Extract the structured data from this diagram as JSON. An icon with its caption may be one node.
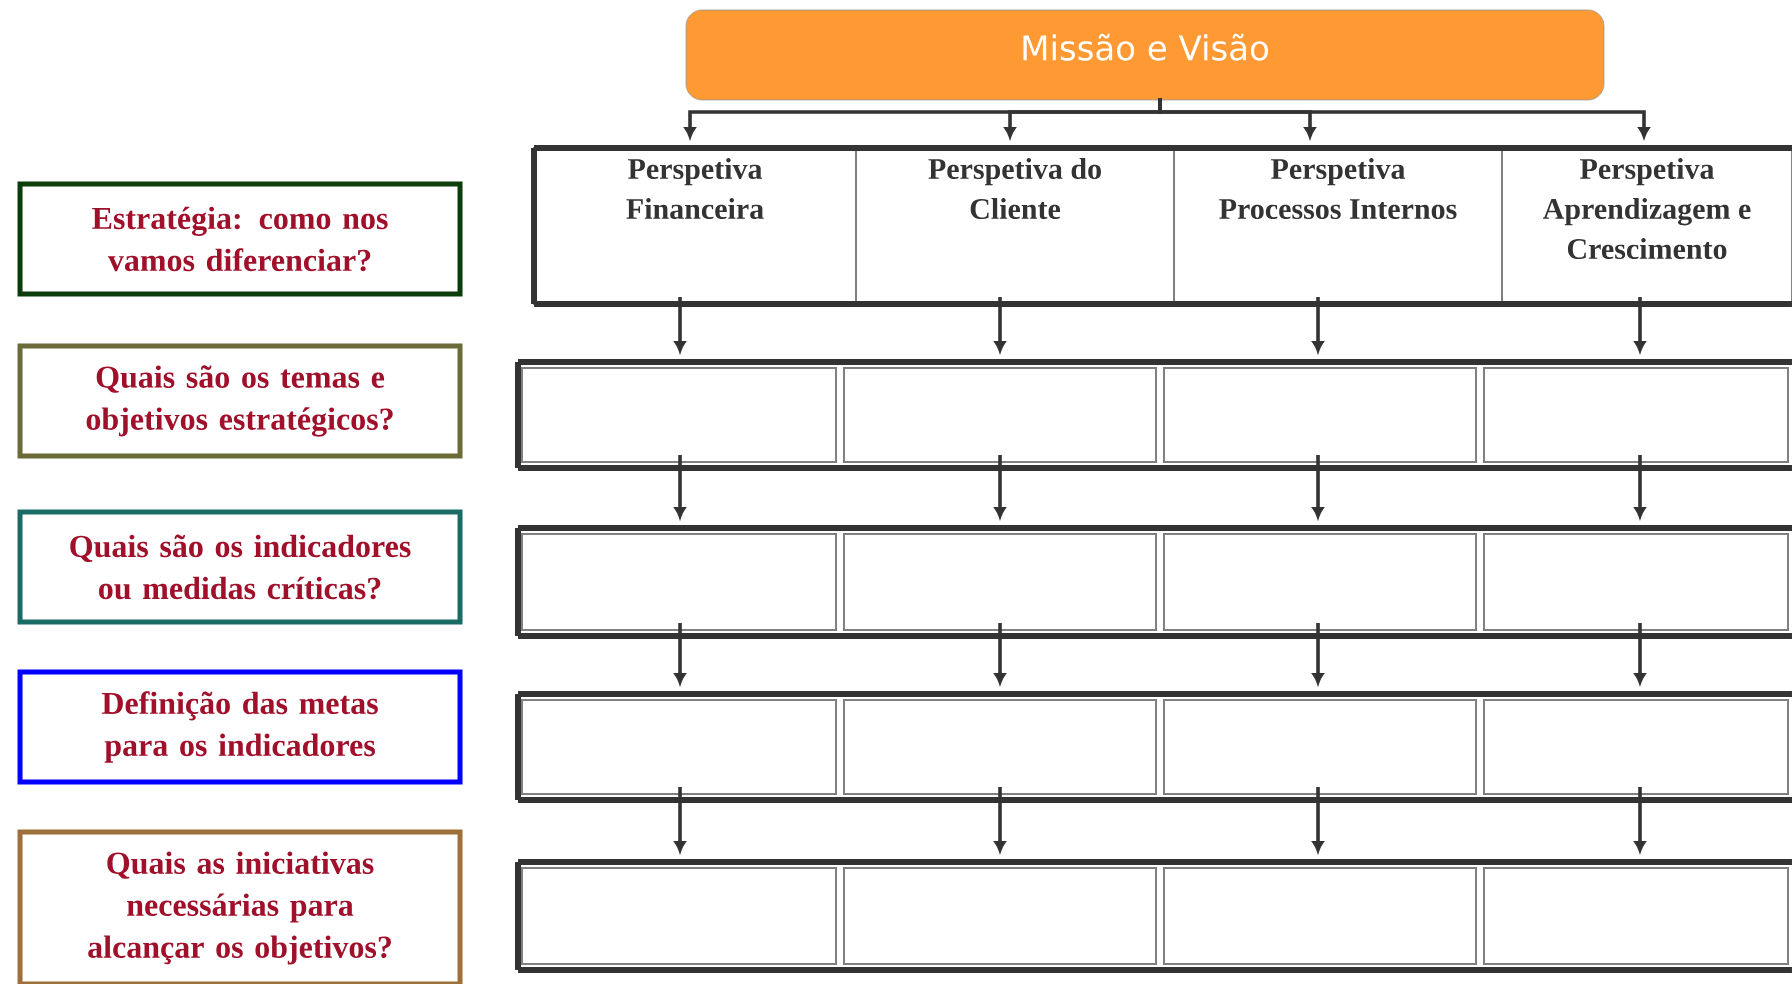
{
  "diagram": {
    "nodes": [
      {
        "text": [
          "Missão e Visão"
        ]
      },
      {
        "text": [
          "Estratégia: como nos vamos diferenciar?"
        ]
      },
      {
        "text": [
          "Quais são os temas e objetivos estratégicos?"
        ]
      },
      {
        "text": [
          "Quais são os indicadores ou medidas críticas?"
        ]
      },
      {
        "text": [
          "Definição das metas para os indicadores"
        ]
      },
      {
        "text": [
          "Quais as iniciativas necessárias para alcançar os objetivos?"
        ]
      },
      {
        "text": [
          "Perspetiva Financeira"
        ]
      },
      {
        "text": [
          "Perspetiva do Cliente"
        ]
      },
      {
        "text": [
          "Perspetiva Processos Internos"
        ]
      },
      {
        "text": [
          "Perspetiva Aprendizagem e Crescimento"
        ]
      },
      {
        "text": [],
        "shape": "box"
      },
      {
        "text": [],
        "shape": "box"
      },
      {
        "text": [],
        "shape": "box"
      },
      {
        "text": [],
        "shape": "box"
      },
      {
        "text": [],
        "shape": "box"
      },
      {
        "text": [],
        "shape": "box"
      },
      {
        "text": [],
        "shape": "box"
      },
      {
        "text": [],
        "shape": "box"
      },
      {
        "text": [],
        "shape": "box"
      },
      {
        "text": [],
        "shape": "box"
      },
      {
        "text": [],
        "shape": "box"
      },
      {
        "text": [],
        "shape": "box"
      },
      {
        "text": [],
        "shape": "box"
      },
      {
        "text": [],
        "shape": "box"
      },
      {
        "text": [],
        "shape": "box"
      },
      {
        "text": [],
        "shape": "box"
      }
    ],
    "edges": [
      {
        "from": 0,
        "to": 6,
        "arrow": "to"
      },
      {
        "from": 0,
        "to": 7,
        "arrow": "to"
      },
      {
        "from": 0,
        "to": 8,
        "arrow": "to"
      },
      {
        "from": 0,
        "to": 9,
        "arrow": "to"
      },
      {
        "from": 6,
        "to": 10,
        "arrow": "to"
      },
      {
        "from": 7,
        "to": 11,
        "arrow": "to"
      },
      {
        "from": 8,
        "to": 12,
        "arrow": "to"
      },
      {
        "from": 9,
        "to": 13,
        "arrow": "to"
      },
      {
        "from": 10,
        "to": 14,
        "arrow": "to"
      },
      {
        "from": 11,
        "to": 15,
        "arrow": "to"
      },
      {
        "from": 12,
        "to": 16,
        "arrow": "to"
      },
      {
        "from": 13,
        "to": 17,
        "arrow": "to"
      },
      {
        "from": 14,
        "to": 18,
        "arrow": "to"
      },
      {
        "from": 15,
        "to": 19,
        "arrow": "to"
      },
      {
        "from": 16,
        "to": 20,
        "arrow": "to"
      },
      {
        "from": 17,
        "to": 21,
        "arrow": "to"
      },
      {
        "from": 18,
        "to": 22,
        "arrow": "to"
      },
      {
        "from": 19,
        "to": 23,
        "arrow": "to"
      },
      {
        "from": 20,
        "to": 24,
        "arrow": "to"
      },
      {
        "from": 21,
        "to": 25,
        "arrow": "to"
      }
    ]
  }
}
